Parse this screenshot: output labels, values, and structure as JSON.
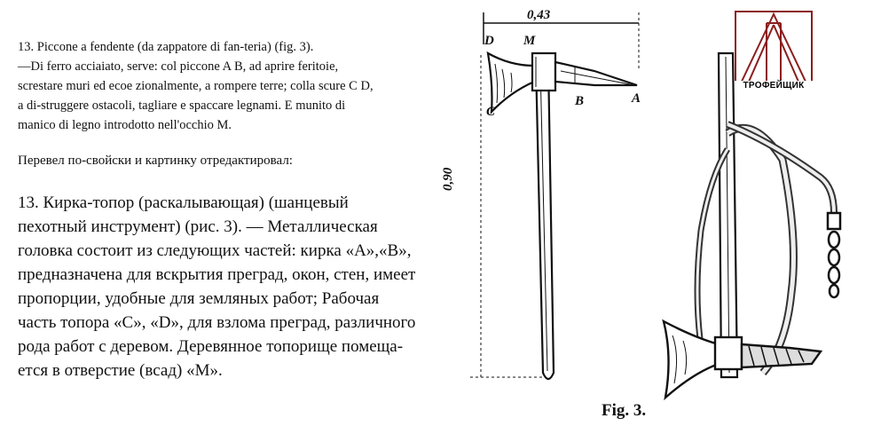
{
  "italian": {
    "lines": [
      "13. Piccone a fendente (da zappatore di fan-teria) (fig. 3).",
      " —Di ferro acciaiato, serve: col piccone A B, ad aprire feritoie,",
      "screstare muri ed ecoe zionalmente, a rompere terre; colla scure C D,",
      " a di-struggere ostacoli, tagliare e spaccare legnami. E munito di",
      "manico di legno introdotto nell'occhio M."
    ]
  },
  "note": "Перевел по-свойски и картинку отредактировал:",
  "russian": {
    "lines": [
      "13. Кирка-топор (раскалывающая) (шанцевый",
      "пехотный инструмент) (рис. 3). — Металлическая",
      "головка состоит из следующих частей: кирка «A»,«B»,",
      "предназначена для вскрытия преград, окон, стен, имеет",
      "пропорции, удобные для земляных работ; Рабочая",
      "часть топора «C», «D», для взлома преград, различного",
      "рода работ с деревом. Деревянное топорище помеща-",
      "ется в отверстие (всад) «M»."
    ]
  },
  "figure": {
    "caption": "Fig. 3.",
    "dim_width": "0,43",
    "dim_height": "0,90",
    "labels": {
      "A": "A",
      "B": "B",
      "C": "C",
      "D": "D",
      "M": "M"
    }
  },
  "logo": {
    "text": "ТРОФЕЙЩИК",
    "color": "#8b1e1e"
  }
}
